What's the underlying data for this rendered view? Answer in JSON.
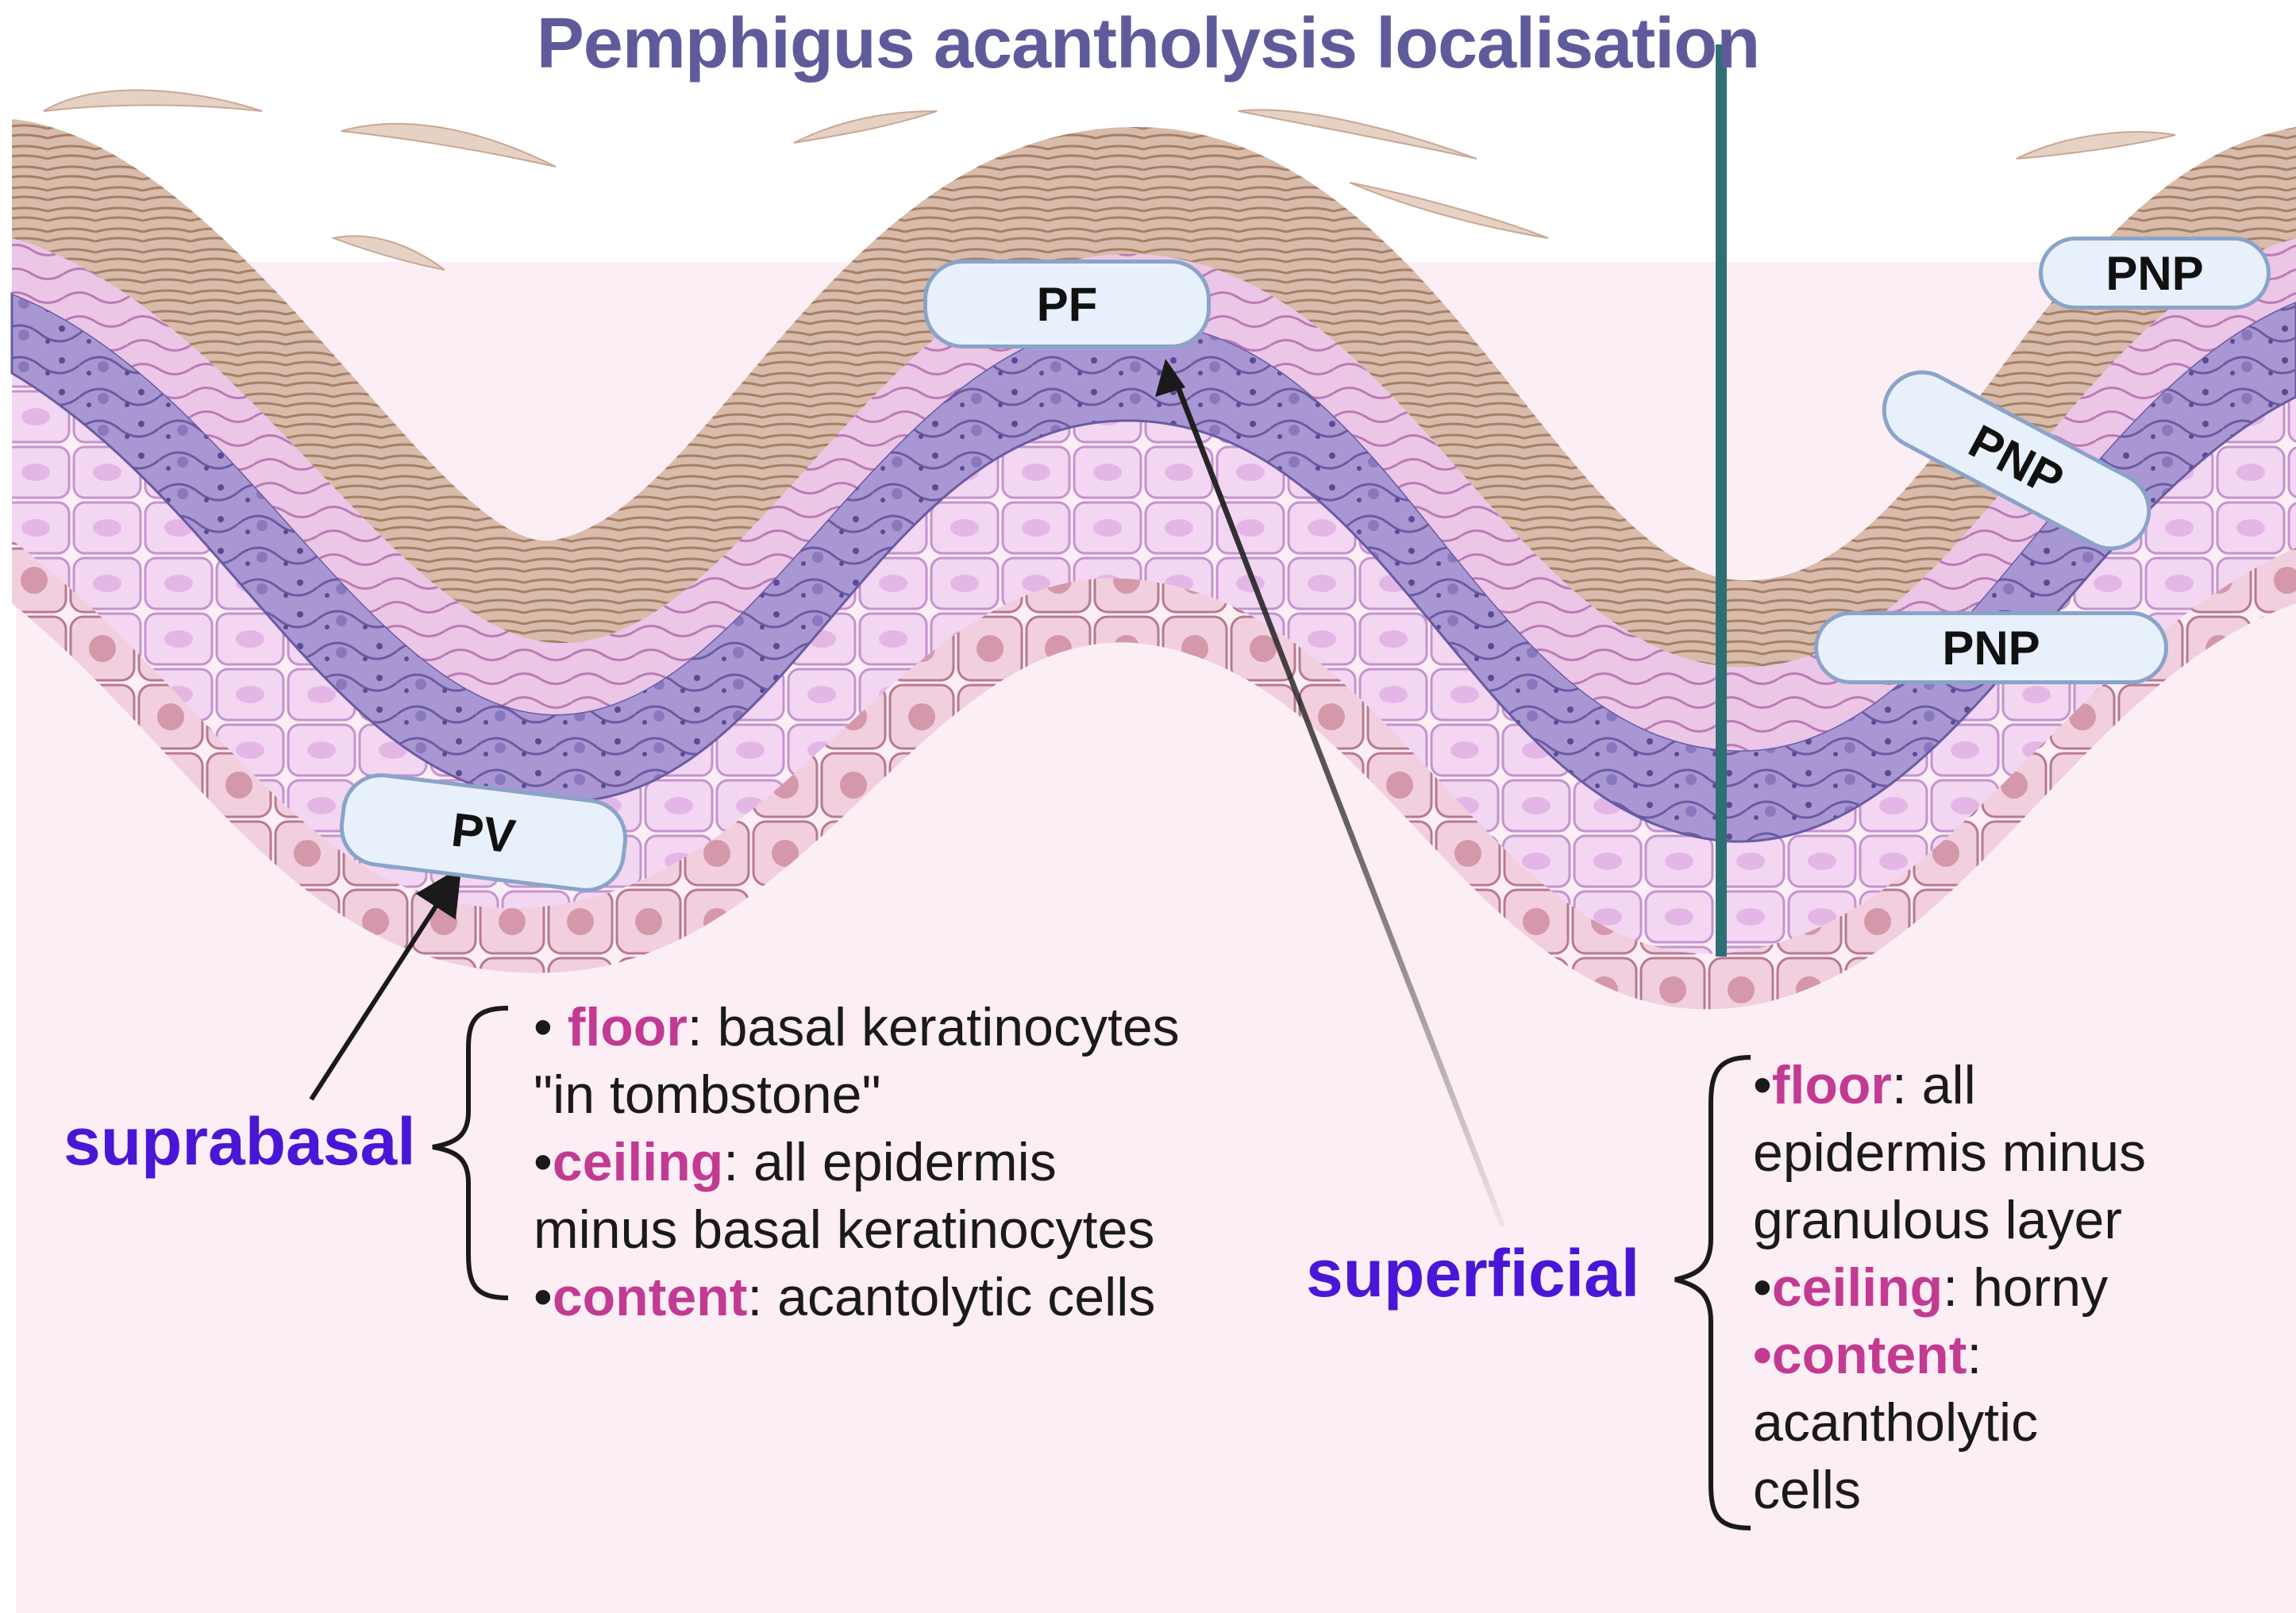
{
  "title": "Pemphigus acantholysis localisation",
  "labels": {
    "pf": "PF",
    "pv": "PV",
    "pnp_1": "PNP",
    "pnp_2": "PNP",
    "pnp_3": "PNP"
  },
  "suprabasal": {
    "heading": "suprabasal",
    "floor_bullet": "• ",
    "floor_key": "floor",
    "floor_text": ": basal keratinocytes",
    "floor_text_2": "\"in tombstone\"",
    "ceiling_bullet": "•",
    "ceiling_key": "ceiling",
    "ceiling_text": ": all epidermis",
    "ceiling_text_2": "minus basal keratinocytes",
    "content_bullet": "•",
    "content_key": "content",
    "content_text": ": acantolytic cells"
  },
  "superficial": {
    "heading": "superficial",
    "floor_bullet": " •",
    "floor_key": "floor",
    "floor_text": ": all",
    "floor_text_2": "epidermis minus",
    "floor_text_3": "granulous layer",
    "ceiling_bullet": "•",
    "ceiling_key": "ceiling",
    "ceiling_text": ": horny",
    "content_key": "•content",
    "content_text": ":",
    "content_text_2": "acantholytic",
    "content_text_3": "cells"
  },
  "colors": {
    "dermis": "#fbeef4",
    "basal_cells": "#efc9d9",
    "spinous_cells": "#f0cdef",
    "granular_layer": "#9a88c9",
    "horny_layer": "#c9a793",
    "divider": "#2e6f74",
    "label_pill_fill": "#e8f1fb",
    "heading_color": "#4a16d6",
    "key_color": "#c23a92",
    "title_color": "#5f5b9b"
  }
}
